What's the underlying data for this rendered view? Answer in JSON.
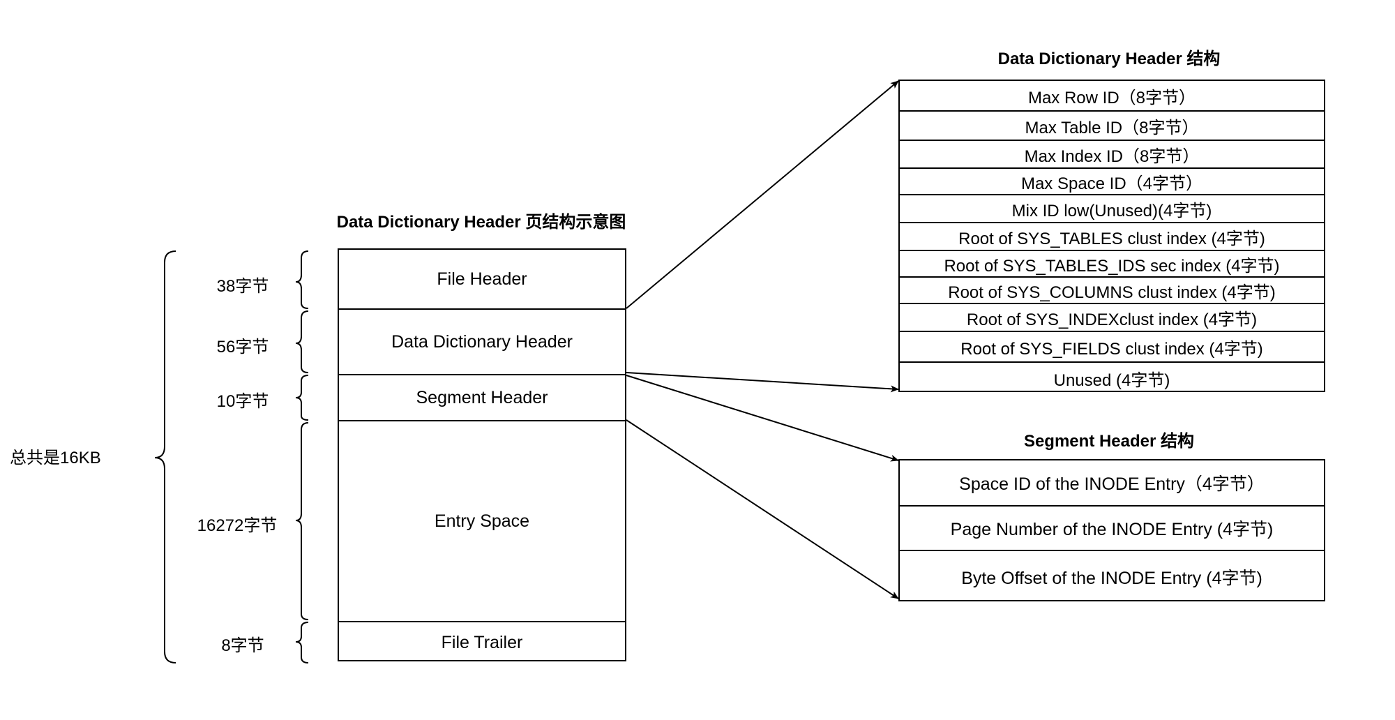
{
  "titles": {
    "left": "Data Dictionary Header 页结构示意图",
    "dd": "Data Dictionary Header 结构",
    "seg": "Segment Header 结构"
  },
  "page_sections": [
    {
      "label": "File Header",
      "size": "38字节"
    },
    {
      "label": "Data Dictionary Header",
      "size": "56字节"
    },
    {
      "label": "Segment Header",
      "size": "10字节"
    },
    {
      "label": "Entry Space",
      "size": "16272字节"
    },
    {
      "label": "File Trailer",
      "size": "8字节"
    }
  ],
  "total": "总共是16KB",
  "dd_fields": [
    "Max Row ID（8字节）",
    "Max Table ID（8字节）",
    "Max Index ID（8字节）",
    "Max Space ID（4字节）",
    "Mix ID low(Unused)(4字节)",
    "Root of SYS_TABLES clust index (4字节)",
    "Root of SYS_TABLES_IDS sec index (4字节)",
    "Root of SYS_COLUMNS clust index (4字节)",
    "Root of SYS_INDEXclust index (4字节)",
    "Root of SYS_FIELDS clust index (4字节)",
    "Unused (4字节)"
  ],
  "seg_fields": [
    "Space ID of the INODE Entry（4字节）",
    "Page Number of the INODE Entry (4字节)",
    "Byte Offset of the INODE Entry (4字节)"
  ]
}
